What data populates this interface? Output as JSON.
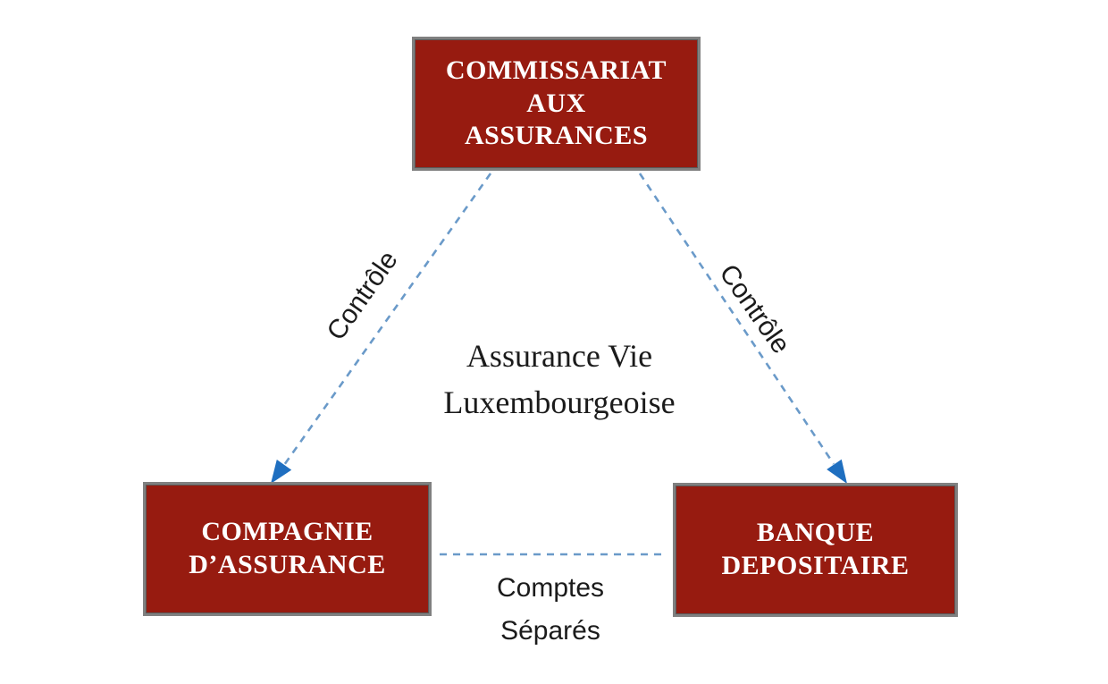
{
  "diagram": {
    "center_title": {
      "line1": "Assurance Vie",
      "line2": "Luxembourgeoise"
    },
    "boxes": {
      "top": {
        "lines": [
          "COMMISSARIAT",
          "AUX",
          "ASSURANCES"
        ]
      },
      "bottom_left": {
        "lines": [
          "COMPAGNIE",
          "D’ASSURANCE"
        ]
      },
      "bottom_right": {
        "lines": [
          "BANQUE",
          "DEPOSITAIRE"
        ]
      }
    },
    "edges": {
      "left_arrow_label": "Contrôle",
      "right_arrow_label": "Contrôle",
      "bottom_link_label": {
        "line1": "Comptes",
        "line2": "Séparés"
      }
    },
    "colors": {
      "bg": "#ffffff",
      "box_fill": "#971b10",
      "box_border": "#808080",
      "box_text": "#ffffff",
      "dash_line": "#6a9ac9",
      "arrowhead": "#1f6fc0",
      "label_text": "#1b1b1b"
    }
  }
}
